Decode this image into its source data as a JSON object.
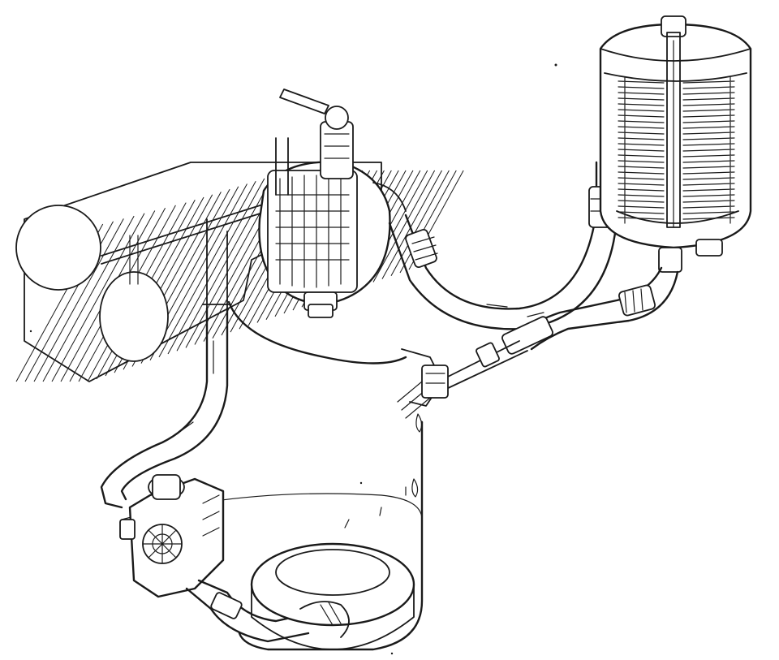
{
  "figure": {
    "kind": "engineering-line-drawing",
    "subject": "fuel-system-cutaway",
    "ink_color": "#1a1a1a",
    "paper_color": "#ffffff"
  },
  "components": [
    {
      "id": "fuel-tank",
      "icon": "tank-icon"
    },
    {
      "id": "tank-sump-filter",
      "icon": "sump-icon"
    },
    {
      "id": "transfer-pump",
      "icon": "pump-icon"
    },
    {
      "id": "hydraulic-filter",
      "icon": "filter-icon"
    },
    {
      "id": "main-fuel-filter",
      "icon": "cylinder-filter-icon"
    },
    {
      "id": "tank-fitting",
      "icon": "fitting-icon"
    },
    {
      "id": "bulkhead",
      "icon": "bulkhead-icon"
    }
  ]
}
